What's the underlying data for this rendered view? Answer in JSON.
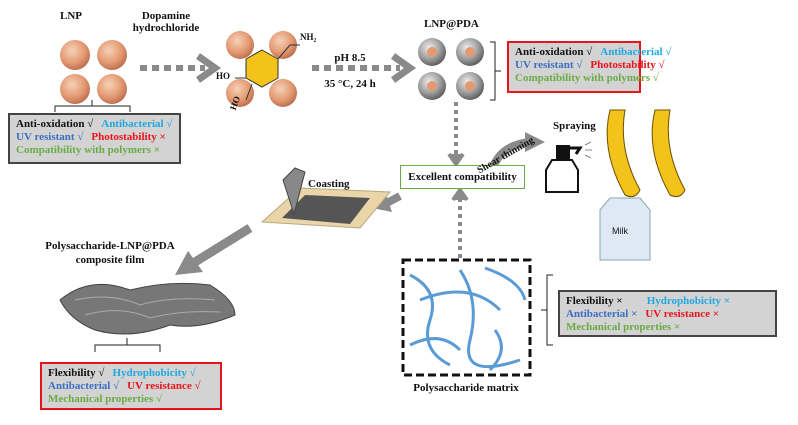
{
  "labels": {
    "lnp": "LNP",
    "dopamine": "Dopamine",
    "hydrochloride": "hydrochloride",
    "nh2": "NH₂",
    "ho1": "HO",
    "ho2": "HO",
    "ph": "pH 8.5",
    "temp": "35 °C, 24 h",
    "lnp_pda": "LNP@PDA",
    "excellent": "Excellent compatibility",
    "shear": "Shear thinning",
    "spraying": "Spraying",
    "milk": "Milk",
    "coasting": "Coasting",
    "film1": "Polysaccharide-LNP@PDA",
    "film2": "composite film",
    "matrix": "Polysaccharide matrix"
  },
  "lnp_box": [
    "Anti-oxidation √",
    "Antibacterial √",
    "UV resistant √",
    "Photostability ×",
    "Compatibility with polymers ×"
  ],
  "pda_box": [
    "Anti-oxidation √",
    "Antibacterial √",
    "UV resistant √",
    "Photostability √",
    "Compatibility with polymers √"
  ],
  "matrix_box": [
    "Flexibility ×",
    "Hydrophobicity ×",
    "Antibacterial ×",
    "UV resistance ×",
    "Mechanical properties ×"
  ],
  "film_box": [
    "Flexibility √",
    "Hydrophobicity √",
    "Antibacterial √",
    "UV resistance √",
    "Mechanical properties √"
  ],
  "colors": {
    "black": "#111111",
    "cyan": "#1fa8e0",
    "blue": "#3b6fc4",
    "red": "#e8141c",
    "green": "#6aab45",
    "box": "#d3d3d3",
    "arrow": "#8a8a8a",
    "sphere": "#e8a37c"
  }
}
